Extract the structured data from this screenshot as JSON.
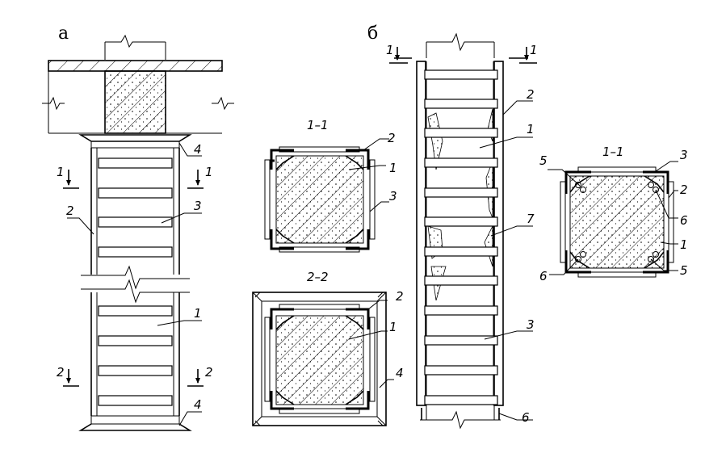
{
  "figure": {
    "panel_a": "а",
    "panel_b": "б",
    "section_1_1": "1–1",
    "section_2_2": "2–2",
    "section_b_1_1": "1–1",
    "mark_1": "1",
    "mark_2": "2",
    "mark_3": "3",
    "mark_4": "4",
    "mark_5": "5",
    "mark_6": "6",
    "mark_7": "7"
  }
}
